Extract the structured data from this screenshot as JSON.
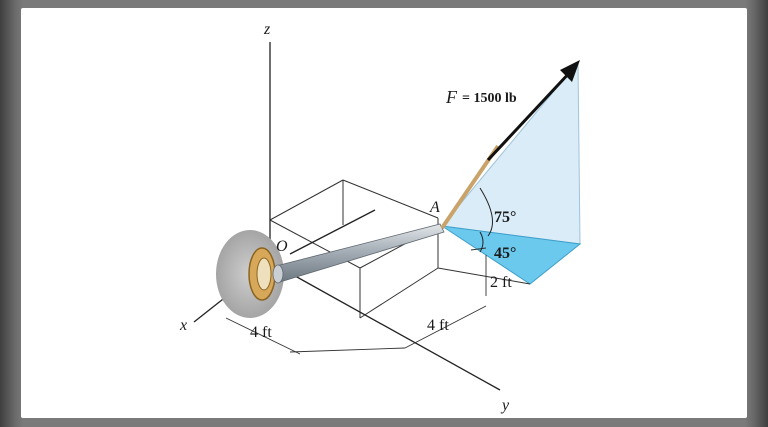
{
  "diagram": {
    "axes": {
      "x": "x",
      "y": "y",
      "z": "z"
    },
    "origin_label": "O",
    "point_label": "A",
    "force": {
      "symbol": "F",
      "equals": "= 1500 lb"
    },
    "angles": {
      "upper": "75°",
      "lower": "45°"
    },
    "dimensions": {
      "x_offset": "4 ft",
      "y_offset": "4 ft",
      "height": "2 ft"
    },
    "colors": {
      "force_plane": "#d9ecf7",
      "base_triangle": "#6cc9ee",
      "rod": "#9aa4ad",
      "flange": "#d8a85a",
      "stone": "#b9b9b9"
    }
  }
}
